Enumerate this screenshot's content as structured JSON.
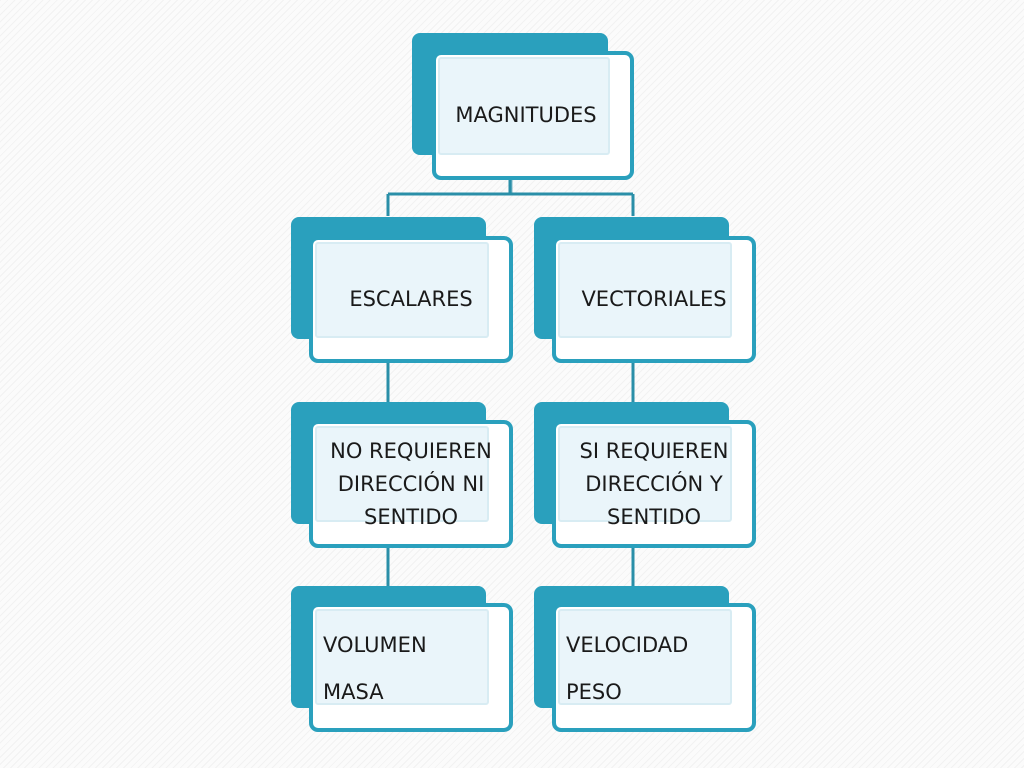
{
  "diagram": {
    "root": {
      "label": "MAGNITUDES"
    },
    "branches": [
      {
        "label": "ESCALARES",
        "description": "NO REQUIEREN DIRECCIÓN NI SENTIDO",
        "examples": [
          "VOLUMEN",
          "MASA"
        ]
      },
      {
        "label": "VECTORIALES",
        "description": "SI REQUIEREN DIRECCIÓN Y SENTIDO",
        "examples": [
          "VELOCIDAD",
          "PESO"
        ]
      }
    ]
  },
  "colors": {
    "accent": "#2aa0bd",
    "card_fill": "#ffffff",
    "inner_fill": "#eaf5fa",
    "connector": "#2a8fa8",
    "text": "#1a1a1a"
  }
}
